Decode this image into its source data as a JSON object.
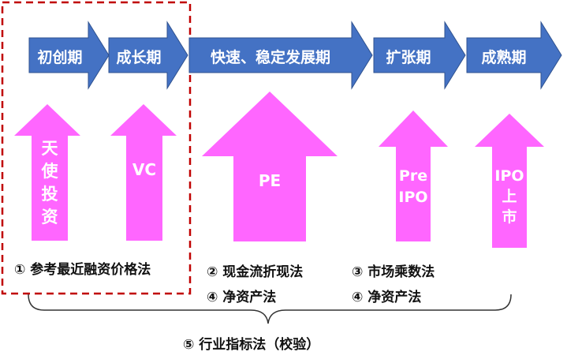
{
  "stages": [
    {
      "label": "初创期"
    },
    {
      "label": "成长期"
    },
    {
      "label": "快速、稳定发展期"
    },
    {
      "label": "扩张期"
    },
    {
      "label": "成熟期"
    }
  ],
  "financing": [
    {
      "lines": [
        "天",
        "使",
        "投",
        "资"
      ]
    },
    {
      "lines": [
        "VC"
      ]
    },
    {
      "lines": [
        "PE"
      ]
    },
    {
      "lines": [
        "Pre",
        "IPO"
      ]
    },
    {
      "lines": [
        "IPO",
        "上",
        "市"
      ]
    }
  ],
  "methods": {
    "m1": "① 参考最近融资价格法",
    "m2": "② 现金流折现法",
    "m3": "③ 市场乘数法",
    "m4a": "④ 净资产法",
    "m4b": "④ 净资产法",
    "m5": "⑤ 行业指标法（校验）"
  },
  "colors": {
    "stage_arrow": "#4472C4",
    "stage_arrow_border": "#2F528F",
    "financing_arrow": "#FF66FF",
    "dashed_box": "#C00000",
    "brace": "#333333"
  }
}
